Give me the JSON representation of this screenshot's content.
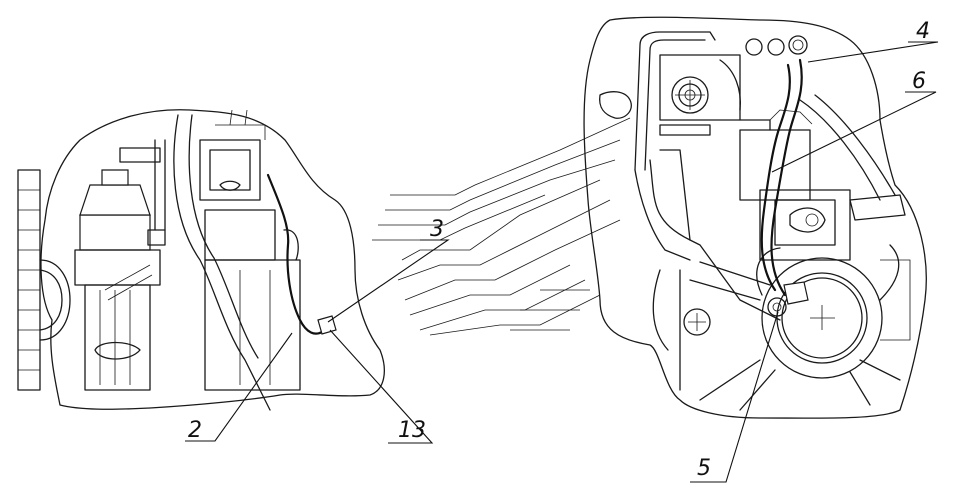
{
  "callouts": [
    {
      "id": "c2",
      "label": "2"
    },
    {
      "id": "c3",
      "label": "3"
    },
    {
      "id": "c4",
      "label": "4"
    },
    {
      "id": "c5",
      "label": "5"
    },
    {
      "id": "c6",
      "label": "6"
    },
    {
      "id": "c13",
      "label": "13"
    }
  ],
  "colors": {
    "line": "#1a1a1a",
    "background": "#ffffff"
  }
}
